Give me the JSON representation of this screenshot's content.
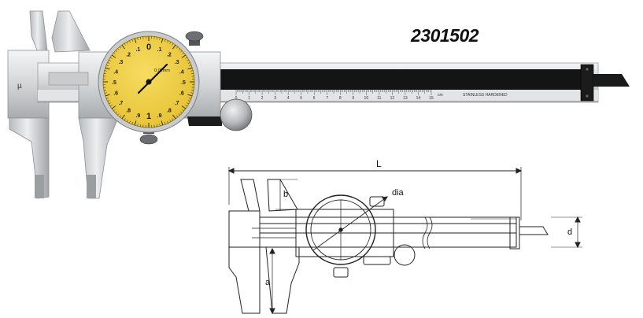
{
  "product_code": "2301502",
  "dial": {
    "numbers": [
      "0",
      ".1",
      ".2",
      ".3",
      ".4",
      ".5",
      ".6",
      ".7",
      ".8",
      ".9",
      "1",
      ".9",
      ".8",
      ".7",
      ".6",
      ".5",
      ".4",
      ".3",
      ".2",
      ".1"
    ],
    "resolution_label": "0.02mm",
    "face_color": "#f2d24a"
  },
  "beam": {
    "scale_numbers": [
      "0",
      "1",
      "2",
      "3",
      "4",
      "5",
      "6",
      "7",
      "8",
      "9",
      "10",
      "11",
      "12",
      "13",
      "14",
      "15"
    ],
    "unit_label": "cm",
    "marking": "STAINLESS  HARDENED"
  },
  "drawing_labels": {
    "length": "L",
    "dial_diameter": "dia",
    "jaw_b": "b",
    "jaw_a": "a",
    "depth_d": "d"
  },
  "colors": {
    "steel_light": "#e9eaeb",
    "steel_mid": "#c4c6c8",
    "steel_dark": "#8c8f93",
    "beam_black": "#141414"
  }
}
